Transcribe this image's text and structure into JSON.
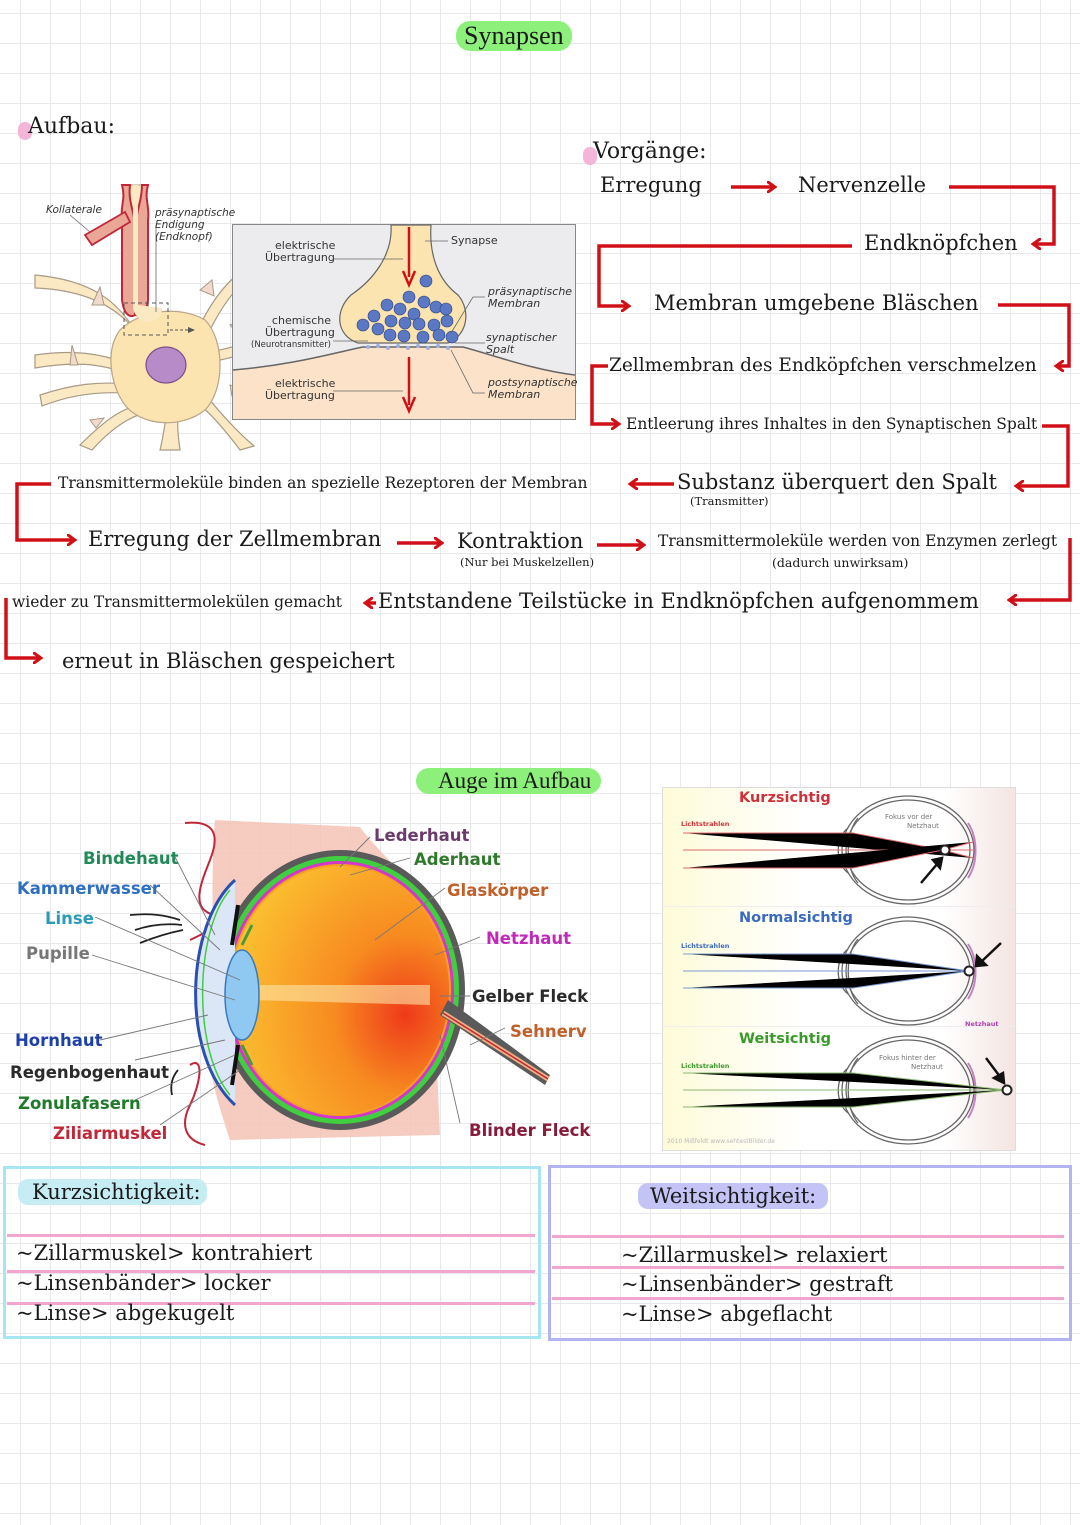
{
  "page_title": "Synapsen",
  "colors": {
    "highlight_green": "#8cf07a",
    "highlight_pink": "#f4b6d8",
    "arrow_red": "#d01016",
    "box_cyan": "#a6e6f2",
    "box_purple": "#b3b3f0",
    "rule_pink": "#f2a6cf"
  },
  "aufbau": {
    "heading": "Aufbau:",
    "neuron_labels": {
      "kollaterale": "Kollaterale",
      "endigung_1": "präsynaptische",
      "endigung_2": "Endigung",
      "endigung_3": "(Endknopf)"
    },
    "synapse_labels": {
      "elektrisch_top_1": "elektrische",
      "elektrisch_top_2": "Übertragung",
      "chemisch_1": "chemische",
      "chemisch_2": "Übertragung",
      "chemisch_3": "(Neurotransmitter)",
      "elektrisch_bottom_1": "elektrische",
      "elektrisch_bottom_2": "Übertragung",
      "synapse": "Synapse",
      "praesyn_1": "präsynaptische",
      "praesyn_2": "Membran",
      "spalt_1": "synaptischer",
      "spalt_2": "Spalt",
      "postsyn_1": "postsynaptische",
      "postsyn_2": "Membran"
    }
  },
  "vorgaenge": {
    "heading": "Vorgänge:",
    "steps": {
      "erregung": "Erregung",
      "nervenzelle": "Nervenzelle",
      "endknoepfchen": "Endknöpfchen",
      "blaeschen": "Membran umgebene Bläschen",
      "verschmelzen": "Zellmembran des Endköpfchen verschmelzen",
      "entleerung": "Entleerung ihres Inhaltes in den Synaptischen Spalt",
      "substanz": "Substanz überquert den Spalt",
      "substanz_sub": "(Transmitter)",
      "binden": "Transmittermoleküle binden an spezielle Rezeptoren der Membran",
      "erregung_zellmembran": "Erregung der Zellmembran",
      "kontraktion": "Kontraktion",
      "kontraktion_sub": "(Nur bei Muskelzellen)",
      "zerlegt": "Transmittermoleküle werden von Enzymen zerlegt",
      "zerlegt_sub": "(dadurch unwirksam)",
      "teilstuecke": "Entstandene Teilstücke in Endknöpfchen aufgenommem",
      "wieder": "wieder zu Transmittermolekülen gemacht",
      "gespeichert": "erneut in Bläschen gespeichert"
    }
  },
  "auge": {
    "heading": "Auge im Aufbau",
    "labels_left": [
      {
        "text": "Bindehaut",
        "color": "#1f8a55"
      },
      {
        "text": "Kammerwasser",
        "color": "#2f6fc0"
      },
      {
        "text": "Linse",
        "color": "#2a9ab8"
      },
      {
        "text": "Pupille",
        "color": "#777777"
      },
      {
        "text": "Hornhaut",
        "color": "#1d3fa8"
      },
      {
        "text": "Regenbogenhaut",
        "color": "#2a2a2a"
      },
      {
        "text": "Zonulafasern",
        "color": "#1f7a2a"
      },
      {
        "text": "Ziliarmuskel",
        "color": "#c0283a"
      }
    ],
    "labels_right": [
      {
        "text": "Lederhaut",
        "color": "#6a3a6a"
      },
      {
        "text": "Aderhaut",
        "color": "#2f7a2a"
      },
      {
        "text": "Glaskörper",
        "color": "#c0602a"
      },
      {
        "text": "Netzhaut",
        "color": "#c02ab8"
      },
      {
        "text": "Gelber Fleck",
        "color": "#2a2a2a"
      },
      {
        "text": "Sehnerv",
        "color": "#c0602a"
      },
      {
        "text": "Blinder Fleck",
        "color": "#8a1a3a"
      }
    ]
  },
  "sehfehler": {
    "panels": [
      {
        "title": "Kurzsichtig",
        "color": "#d0303a",
        "ray_label": "Lichtstrahlen",
        "note_1": "Fokus vor der",
        "note_2": "Netzhaut"
      },
      {
        "title": "Normalsichtig",
        "color": "#3a6ac0",
        "ray_label": "Lichtstrahlen",
        "note_1": "",
        "note_2": ""
      },
      {
        "title": "Weitsichtig",
        "color": "#3a9a2a",
        "ray_label": "Lichtstrahlen",
        "note_1": "Fokus hinter der",
        "note_2": "Netzhaut"
      }
    ],
    "netzhaut_label": "Netzhaut",
    "credit": "2010 Mißfeldt www.sehtestBilder.de"
  },
  "kurzsichtigkeit": {
    "heading": "Kurzsichtigkeit:",
    "items": [
      "~Zillarmuskel> kontrahiert",
      "~Linsenbänder> locker",
      "~Linse> abgekugelt"
    ]
  },
  "weitsichtigkeit": {
    "heading": "Weitsichtigkeit:",
    "items": [
      "~Zillarmuskel> relaxiert",
      "~Linsenbänder> gestraft",
      "~Linse> abgeflacht"
    ]
  }
}
